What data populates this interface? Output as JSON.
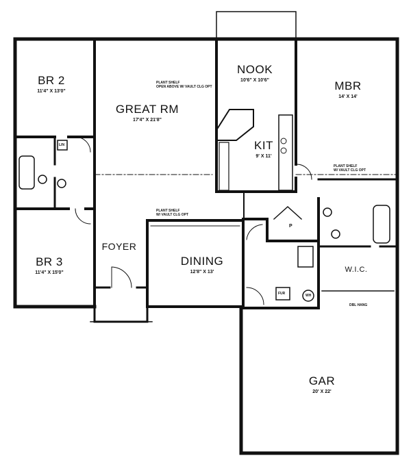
{
  "rooms": {
    "br2": {
      "name": "BR 2",
      "dims": "11'4\" X 13'0\""
    },
    "great_rm": {
      "name": "GREAT RM",
      "dims": "17'4\" X 21'8\""
    },
    "nook": {
      "name": "NOOK",
      "dims": "10'6\" X 10'6\""
    },
    "mbr": {
      "name": "MBR",
      "dims": "14' X 14'"
    },
    "kit": {
      "name": "KIT",
      "dims": "9' X 11'"
    },
    "foyer": {
      "name": "FOYER"
    },
    "dining": {
      "name": "DINING",
      "dims": "12'8\" X 13'"
    },
    "br3": {
      "name": "BR 3",
      "dims": "11'4\" X 15'0\""
    },
    "wic": {
      "name": "W.I.C."
    },
    "gar": {
      "name": "GAR",
      "dims": "20' X 22'"
    }
  },
  "notes": {
    "great_rm_shelf_1": "PLANT SHELF",
    "great_rm_shelf_2": "OPEN ABOVE W/ VAULT CLG OPT",
    "mbr_shelf_1": "PLANT SHELF",
    "mbr_shelf_2": "W/ VAULT CLG OPT",
    "dining_shelf_1": "PLANT SHELF",
    "dining_shelf_2": "W/ VAULT CLG OPT",
    "linen": "LIN",
    "pantry": "P",
    "furnace": "FUR",
    "water_heater": "WH",
    "dbl_hang": "DBL HANG"
  }
}
